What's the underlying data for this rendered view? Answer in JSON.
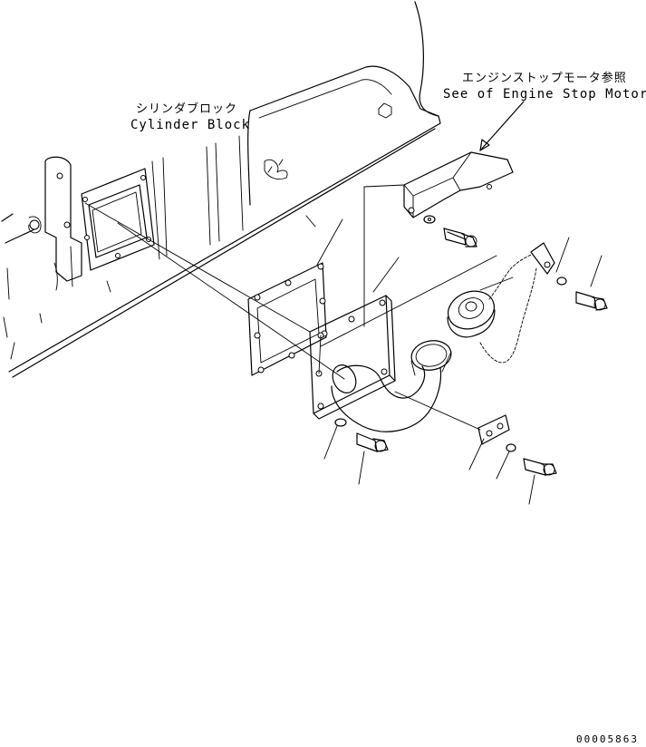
{
  "labels": {
    "cylinder_block_jp": "シリンダブロック",
    "cylinder_block_en": "Cylinder Block",
    "stop_motor_jp": "エンジンストップモータ参照",
    "stop_motor_en": "See of Engine Stop Motor"
  },
  "drawing_number": "00005863"
}
